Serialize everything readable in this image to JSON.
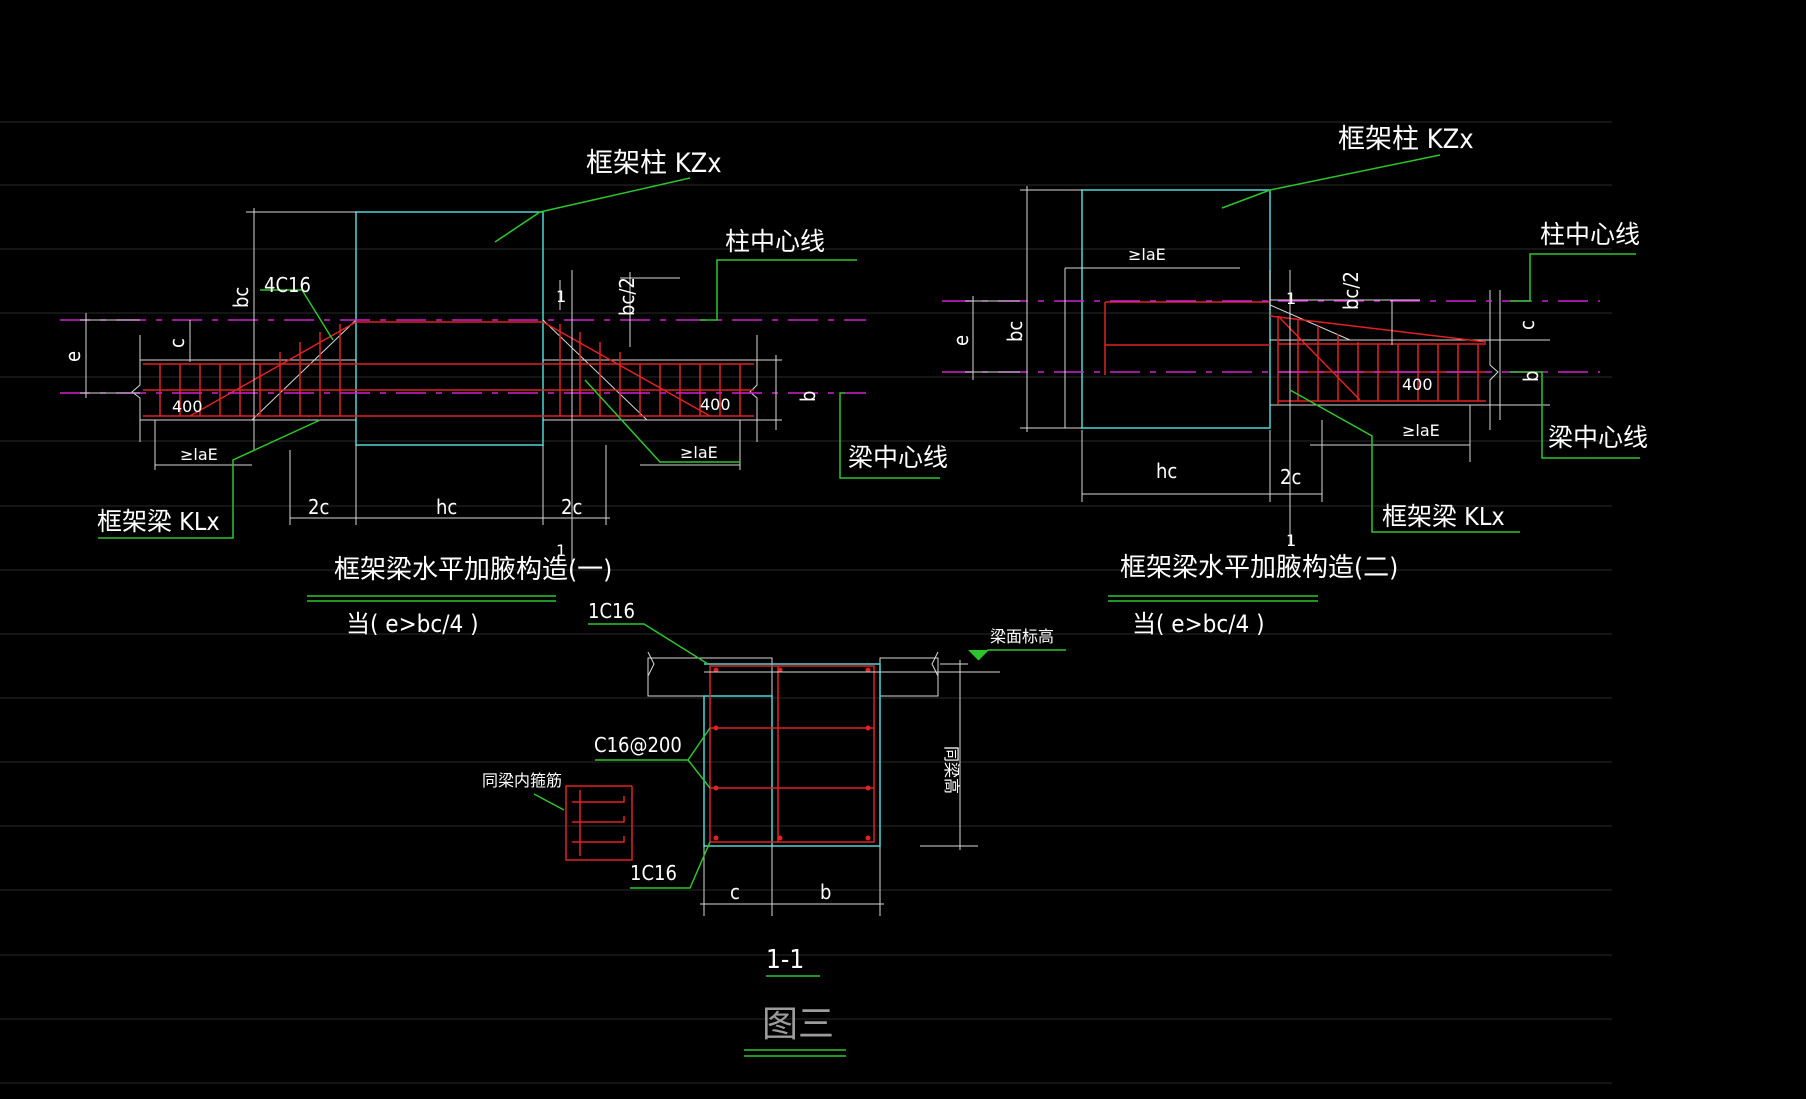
{
  "left_detail": {
    "column_label": "框架柱 KZx",
    "column_center_label": "柱中心线",
    "beam_center_label": "梁中心线",
    "beam_label": "框架梁 KLx",
    "rebar_label": "4C16",
    "dim_bc": "bc",
    "dim_bc2": "bc/2",
    "dim_e": "e",
    "dim_c": "c",
    "dim_b": "b",
    "dim_hc": "hc",
    "dim_2c_left": "2c",
    "dim_2c_right": "2c",
    "len_400_left": "400",
    "len_400_right": "400",
    "lae_left": "≥laE",
    "lae_right": "≥laE",
    "section_mark_top": "1",
    "section_mark_bottom": "1",
    "title": "框架梁水平加腋构造(一)",
    "condition": "当(   e>bc/4    )"
  },
  "right_detail": {
    "column_label": "框架柱 KZx",
    "column_center_label": "柱中心线",
    "beam_center_label": "梁中心线",
    "beam_label": "框架梁 KLx",
    "lae_top": "≥laE",
    "lae_bottom": "≥laE",
    "dim_bc": "bc",
    "dim_bc2": "bc/2",
    "dim_e": "e",
    "dim_c": "c",
    "dim_b": "b",
    "dim_hc": "hc",
    "dim_2c": "2c",
    "len_400": "400",
    "section_mark_top": "1",
    "section_mark_bottom": "1",
    "title": "框架梁水平加腋构造(二)",
    "condition": "当(   e>bc/4    )"
  },
  "section_detail": {
    "rebar_top": "1C16",
    "stirrup": "C16@200",
    "rebar_bottom": "1C16",
    "beam_top_label": "梁面标高",
    "same_beam_label": "同梁内箍筋",
    "beam_height_label": "同梁高",
    "dim_c": "c",
    "dim_b": "b",
    "section_title": "1-1",
    "figure_title": "图三"
  },
  "colors": {
    "background": "#000000",
    "column_outline": "#4fd6d6",
    "leader": "#2cc62c",
    "rebar": "#e02222",
    "center_line": "#d020d0",
    "dimension": "#d8d8d8"
  }
}
